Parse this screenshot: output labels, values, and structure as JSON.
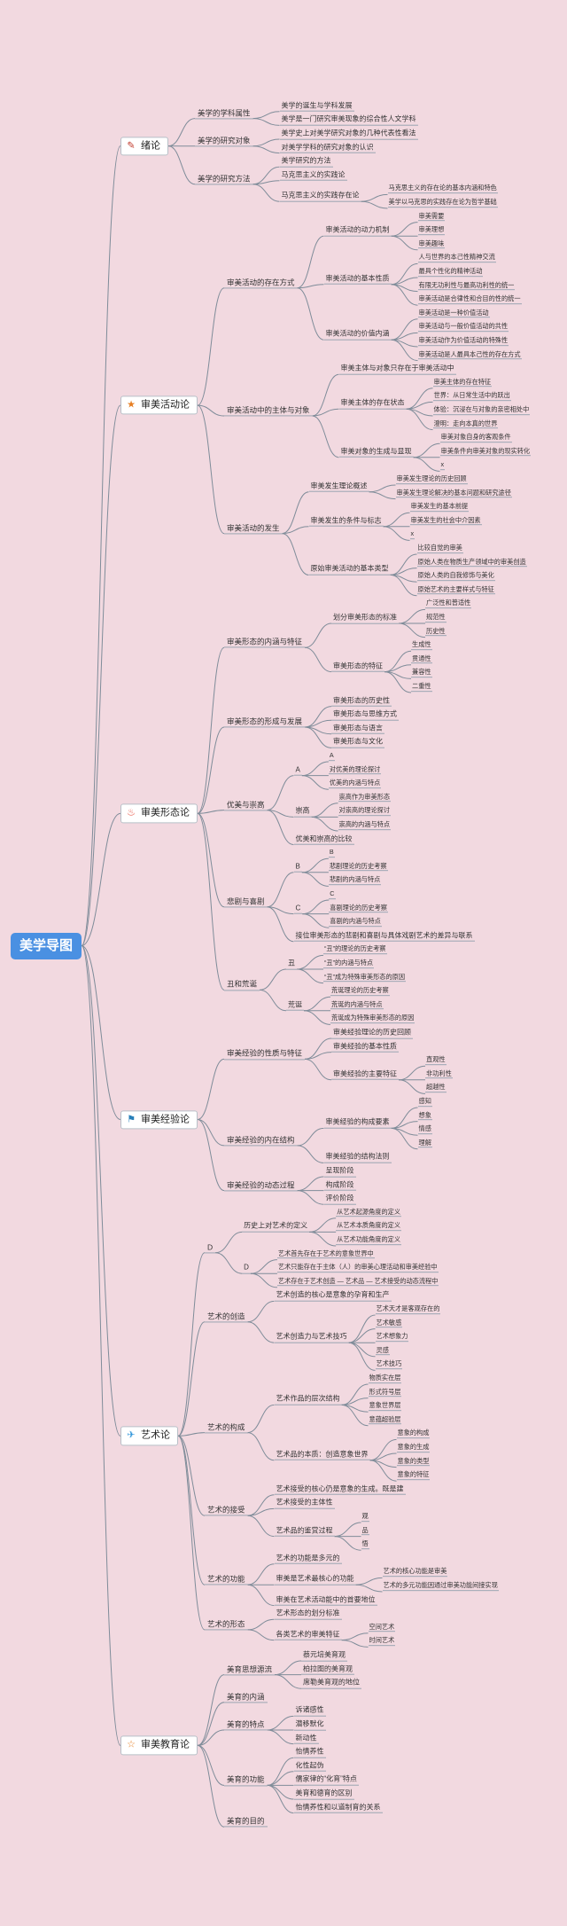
{
  "mindmap": {
    "root": "美学导图",
    "branches": [
      {
        "label": "绪论",
        "icon": "pen-icon",
        "children": [
          {
            "label": "美学的学科属性",
            "children": [
              {
                "label": "美学的诞生与学科发展"
              },
              {
                "label": "美学是一门研究审美现象的综合性人文学科"
              }
            ]
          },
          {
            "label": "美学的研究对象",
            "children": [
              {
                "label": "美学史上对美学研究对象的几种代表性看法"
              },
              {
                "label": "对美学学科的研究对象的认识"
              }
            ]
          },
          {
            "label": "美学的研究方法",
            "children": [
              {
                "label": "美学研究的方法"
              },
              {
                "label": "马克思主义的实践论"
              },
              {
                "label": "马克思主义的实践存在论",
                "children": [
                  {
                    "label": "马克思主义的存在论的基本内涵和特色"
                  },
                  {
                    "label": "美学以马克思的实践存在论为哲学基础"
                  }
                ]
              }
            ]
          }
        ]
      },
      {
        "label": "审美活动论",
        "icon": "star-icon",
        "children": [
          {
            "label": "审美活动的存在方式",
            "children": [
              {
                "label": "审美活动的动力机制",
                "children": [
                  {
                    "label": "审美需要"
                  },
                  {
                    "label": "审美理想"
                  },
                  {
                    "label": "审美趣味"
                  }
                ]
              },
              {
                "label": "审美活动的基本性质",
                "children": [
                  {
                    "label": "人与世界的本己性精神交流"
                  },
                  {
                    "label": "最具个性化的精神活动"
                  },
                  {
                    "label": "有限无功利性与最高功利性的统一"
                  },
                  {
                    "label": "审美活动是合律性和合目的性的统一"
                  }
                ]
              },
              {
                "label": "审美活动的价值内涵",
                "children": [
                  {
                    "label": "审美活动是一种价值活动"
                  },
                  {
                    "label": "审美活动与一般价值活动的共性"
                  },
                  {
                    "label": "审美活动作为价值活动的特殊性"
                  },
                  {
                    "label": "审美活动是人最具本己性的存在方式"
                  }
                ]
              }
            ]
          },
          {
            "label": "审美活动中的主体与对象",
            "children": [
              {
                "label": "审美主体与对象只存在于审美活动中"
              },
              {
                "label": "审美主体的存在状态",
                "children": [
                  {
                    "label": "审美主体的存在特征"
                  },
                  {
                    "label": "世界：从日常生活中的跃出"
                  },
                  {
                    "label": "体验：沉浸在与对象的亲密相处中"
                  },
                  {
                    "label": "澄明：走向本真的世界"
                  }
                ]
              },
              {
                "label": "审美对象的生成与显现",
                "children": [
                  {
                    "label": "审美对象自身的客观条件"
                  },
                  {
                    "label": "审美条件向审美对象的现实转化"
                  },
                  {
                    "label": "x"
                  }
                ]
              }
            ]
          },
          {
            "label": "审美活动的发生",
            "children": [
              {
                "label": "审美发生理论概述",
                "children": [
                  {
                    "label": "审美发生理论的历史回顾"
                  },
                  {
                    "label": "审美发生理论解决的基本问题和研究途径"
                  }
                ]
              },
              {
                "label": "审美发生的条件与标志",
                "children": [
                  {
                    "label": "审美发生的基本前提"
                  },
                  {
                    "label": "审美发生的社会中介因素"
                  },
                  {
                    "label": "x"
                  }
                ]
              },
              {
                "label": "原始审美活动的基本类型",
                "children": [
                  {
                    "label": "比较自觉的审美"
                  },
                  {
                    "label": "原始人类在物质生产领域中的审美创造"
                  },
                  {
                    "label": "原始人类的自我修饰与美化"
                  },
                  {
                    "label": "原始艺术的主要样式与特征"
                  }
                ]
              }
            ]
          }
        ]
      },
      {
        "label": "审美形态论",
        "icon": "fire-icon",
        "children": [
          {
            "label": "审美形态的内涵与特征",
            "children": [
              {
                "label": "划分审美形态的标准",
                "children": [
                  {
                    "label": "广泛性和普适性"
                  },
                  {
                    "label": "规范性"
                  },
                  {
                    "label": "历史性"
                  }
                ]
              },
              {
                "label": "审美形态的特征",
                "children": [
                  {
                    "label": "生成性"
                  },
                  {
                    "label": "贯通性"
                  },
                  {
                    "label": "兼容性"
                  },
                  {
                    "label": "二重性"
                  }
                ]
              }
            ]
          },
          {
            "label": "审美形态的形成与发展",
            "children": [
              {
                "label": "审美形态的历史性"
              },
              {
                "label": "审美形态与思维方式"
              },
              {
                "label": "审美形态与语言"
              },
              {
                "label": "审美形态与文化"
              }
            ]
          },
          {
            "label": "优美与崇高",
            "children": [
              {
                "label": "A",
                "children": [
                  {
                    "label": "A"
                  },
                  {
                    "label": "对优美的理论探讨"
                  },
                  {
                    "label": "优美的内涵与特点"
                  }
                ]
              },
              {
                "label": "崇高",
                "children": [
                  {
                    "label": "崇高作为审美形态"
                  },
                  {
                    "label": "对崇高的理论探讨"
                  },
                  {
                    "label": "崇高的内涵与特点"
                  }
                ]
              },
              {
                "label": "优美和崇高的比较"
              }
            ]
          },
          {
            "label": "悲剧与喜剧",
            "children": [
              {
                "label": "B",
                "children": [
                  {
                    "label": "B"
                  },
                  {
                    "label": "悲剧理论的历史考察"
                  },
                  {
                    "label": "悲剧的内涵与特点"
                  }
                ]
              },
              {
                "label": "C",
                "children": [
                  {
                    "label": "C"
                  },
                  {
                    "label": "喜剧理论的历史考察"
                  },
                  {
                    "label": "喜剧的内涵与特点"
                  }
                ]
              },
              {
                "label": "接位审美形态的悲剧和喜剧与具体戏剧艺术的差异与联系"
              }
            ]
          },
          {
            "label": "丑和荒诞",
            "children": [
              {
                "label": "丑",
                "children": [
                  {
                    "label": "“丑”的理论的历史考察"
                  },
                  {
                    "label": "“丑”的内涵与特点"
                  },
                  {
                    "label": "“丑”成为特殊审美形态的原因"
                  }
                ]
              },
              {
                "label": "荒诞",
                "children": [
                  {
                    "label": "荒诞理论的历史考察"
                  },
                  {
                    "label": "荒诞的内涵与特点"
                  },
                  {
                    "label": "荒诞成为特殊审美形态的原因"
                  }
                ]
              }
            ]
          }
        ]
      },
      {
        "label": "审美经验论",
        "icon": "flag-icon",
        "children": [
          {
            "label": "审美经验的性质与特征",
            "children": [
              {
                "label": "审美经验理论的历史回顾"
              },
              {
                "label": "审美经验的基本性质"
              },
              {
                "label": "审美经验的主要特征",
                "children": [
                  {
                    "label": "直观性"
                  },
                  {
                    "label": "非功利性"
                  },
                  {
                    "label": "超越性"
                  }
                ]
              }
            ]
          },
          {
            "label": "审美经验的内在结构",
            "children": [
              {
                "label": "审美经验的构成要素",
                "children": [
                  {
                    "label": "感知"
                  },
                  {
                    "label": "想象"
                  },
                  {
                    "label": "情感"
                  },
                  {
                    "label": "理解"
                  }
                ]
              },
              {
                "label": "审美经验的结构法则"
              }
            ]
          },
          {
            "label": "审美经验的动态过程",
            "children": [
              {
                "label": "呈现阶段"
              },
              {
                "label": "构成阶段"
              },
              {
                "label": "评价阶段"
              }
            ]
          }
        ]
      },
      {
        "label": "艺术论",
        "icon": "paper-plane-icon",
        "children": [
          {
            "label": "D",
            "children": [
              {
                "label": "历史上对艺术的定义",
                "children": [
                  {
                    "label": "从艺术起源角度的定义"
                  },
                  {
                    "label": "从艺术本质角度的定义"
                  },
                  {
                    "label": "从艺术功能角度的定义"
                  }
                ]
              },
              {
                "label": "D",
                "children": [
                  {
                    "label": "艺术首先存在于艺术的意象世界中"
                  },
                  {
                    "label": "艺术只能存在于主体（人）的审美心理活动和审美经验中"
                  },
                  {
                    "label": "艺术存在于艺术创造 — 艺术品 — 艺术接受的动态流程中"
                  }
                ]
              }
            ]
          },
          {
            "label": "艺术的创造",
            "children": [
              {
                "label": "艺术创造的核心是意象的孕育和生产"
              },
              {
                "label": "艺术创造力与艺术技巧",
                "children": [
                  {
                    "label": "艺术天才是客观存在的"
                  },
                  {
                    "label": "艺术敏感"
                  },
                  {
                    "label": "艺术想象力"
                  },
                  {
                    "label": "灵感"
                  },
                  {
                    "label": "艺术技巧"
                  }
                ]
              }
            ]
          },
          {
            "label": "艺术的构成",
            "children": [
              {
                "label": "艺术作品的层次结构",
                "children": [
                  {
                    "label": "物质实在层"
                  },
                  {
                    "label": "形式符号层"
                  },
                  {
                    "label": "意象世界层"
                  },
                  {
                    "label": "意蕴超验层"
                  }
                ]
              },
              {
                "label": "艺术品的本质：创造意象世界",
                "children": [
                  {
                    "label": "意象的构成"
                  },
                  {
                    "label": "意象的生成"
                  },
                  {
                    "label": "意象的类型"
                  },
                  {
                    "label": "意象的特征"
                  }
                ]
              }
            ]
          },
          {
            "label": "艺术的接受",
            "children": [
              {
                "label": "艺术接受的核心仍是意象的生成。既是建"
              },
              {
                "label": "艺术接受的主体性"
              },
              {
                "label": "艺术品的鉴赏过程",
                "children": [
                  {
                    "label": "观"
                  },
                  {
                    "label": "品"
                  },
                  {
                    "label": "悟"
                  }
                ]
              }
            ]
          },
          {
            "label": "艺术的功能",
            "children": [
              {
                "label": "艺术的功能是多元的"
              },
              {
                "label": "审美是艺术最核心的功能",
                "children": [
                  {
                    "label": "艺术的核心功能是审美"
                  },
                  {
                    "label": "艺术的多元功能因通过审美功能间接实现"
                  }
                ]
              },
              {
                "label": "审美在艺术活动能中的首要地位"
              }
            ]
          },
          {
            "label": "艺术的形态",
            "children": [
              {
                "label": "艺术形态的划分标准"
              },
              {
                "label": "各类艺术的审美特征",
                "children": [
                  {
                    "label": "空间艺术"
                  },
                  {
                    "label": "时间艺术"
                  }
                ]
              }
            ]
          }
        ]
      },
      {
        "label": "审美教育论",
        "icon": "star-outline-icon",
        "children": [
          {
            "label": "美育思想源流",
            "children": [
              {
                "label": "蔡元培美育观"
              },
              {
                "label": "柏拉图的美育观"
              },
              {
                "label": "席勒美育观的地位"
              }
            ]
          },
          {
            "label": "美育的内涵"
          },
          {
            "label": "美育的特点",
            "children": [
              {
                "label": "诉诸感性"
              },
              {
                "label": "潜移默化"
              },
              {
                "label": "新动性"
              }
            ]
          },
          {
            "label": "美育的功能",
            "children": [
              {
                "label": "怡情养性"
              },
              {
                "label": "化性起伪"
              },
              {
                "label": "儒家律的“化育”特点"
              },
              {
                "label": "美育和德育的区别"
              },
              {
                "label": "怡情养性和以道制育的关系"
              }
            ]
          },
          {
            "label": "美育的目的"
          }
        ]
      }
    ]
  },
  "colors": {
    "background": "#f2d9e0",
    "line": "#7f8c99",
    "root": "#4a90e2",
    "pen": "#c0392b",
    "star": "#e67e22",
    "fire": "#e74c3c",
    "flag": "#2980b9",
    "plane": "#3498db",
    "star_outline": "#e67e22"
  }
}
